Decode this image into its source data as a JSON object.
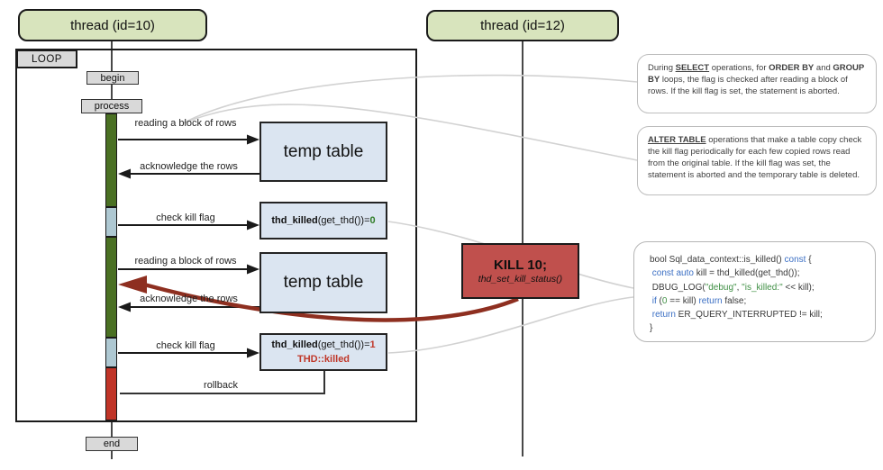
{
  "colors": {
    "thread_header_fill": "#d8e4bd",
    "blue_box_fill": "#dbe5f1",
    "kill_box_fill": "#c0504d",
    "activation_green": "#4a7023",
    "activation_blue": "#aec8d2",
    "activation_red": "#c03427",
    "value_green": "#2f7d27",
    "value_red": "#c0392b",
    "code_keyword_blue": "#3b6fc4",
    "code_string_green": "#3f8f44",
    "connector_gray": "#d2d2d2",
    "kill_arrow_red": "#8e2f20"
  },
  "threads": {
    "t10": "thread (id=10)",
    "t12": "thread (id=12)"
  },
  "loop": {
    "label": "LOOP"
  },
  "nodes": {
    "begin": "begin",
    "process": "process",
    "end": "end"
  },
  "messages": {
    "reading1": "reading a block of rows",
    "ack1": "acknowledge the rows",
    "check1": "check kill flag",
    "reading2": "reading a block of rows",
    "ack2": "acknowledge the rows",
    "check2": "check kill flag",
    "rollback": "rollback"
  },
  "boxes": {
    "temp1": "temp table",
    "temp2": "temp table",
    "check1_segments": [
      {
        "t": "thd_killed",
        "b": true
      },
      {
        "t": "(get_thd())="
      },
      {
        "t": "0",
        "b": true,
        "c": "green"
      }
    ],
    "check2_line1": [
      {
        "t": "thd_killed",
        "b": true
      },
      {
        "t": "(get_thd())="
      },
      {
        "t": "1",
        "b": true,
        "c": "red"
      }
    ],
    "check2_line2": [
      {
        "t": "THD::killed",
        "b": true,
        "c": "red"
      }
    ],
    "kill_title": "KILL 10;",
    "kill_subtitle": "thd_set_kill_status()"
  },
  "annotations": {
    "select_note": [
      {
        "t": "During "
      },
      {
        "t": "SELECT",
        "b": true,
        "u": true
      },
      {
        "t": " operations, for "
      },
      {
        "t": "ORDER BY",
        "b": true
      },
      {
        "t": " and "
      },
      {
        "t": "GROUP BY",
        "b": true
      },
      {
        "t": " loops, the flag is checked after reading a block of rows. If the kill flag is set, the statement is aborted."
      }
    ],
    "alter_note": [
      {
        "t": "ALTER TABLE",
        "b": true,
        "u": true
      },
      {
        "t": " operations that make a table copy check the kill flag periodically for each few copied rows read from the original table. If the kill flag was set, the statement is aborted and the temporary table is deleted."
      }
    ],
    "code_lines": [
      [
        {
          "t": "bool Sql_data_context::is_killed() "
        },
        {
          "t": "const",
          "c": "kw"
        },
        {
          "t": " {"
        }
      ],
      [
        {
          "t": " "
        },
        {
          "t": "const auto",
          "c": "kw"
        },
        {
          "t": " kill = thd_killed(get_thd());"
        }
      ],
      [
        {
          "t": " DBUG_LOG("
        },
        {
          "t": "\"debug\"",
          "c": "str"
        },
        {
          "t": ", "
        },
        {
          "t": "\"is_killed:\"",
          "c": "str"
        },
        {
          "t": " << kill);"
        }
      ],
      [
        {
          "t": " "
        },
        {
          "t": "if",
          "c": "kw"
        },
        {
          "t": " ("
        },
        {
          "t": "0",
          "c": "num"
        },
        {
          "t": " == kill) "
        },
        {
          "t": "return",
          "c": "kw"
        },
        {
          "t": " false;"
        }
      ],
      [
        {
          "t": " "
        },
        {
          "t": "return",
          "c": "kw"
        },
        {
          "t": " ER_QUERY_INTERRUPTED != kill;"
        }
      ],
      [
        {
          "t": "}"
        }
      ]
    ]
  }
}
